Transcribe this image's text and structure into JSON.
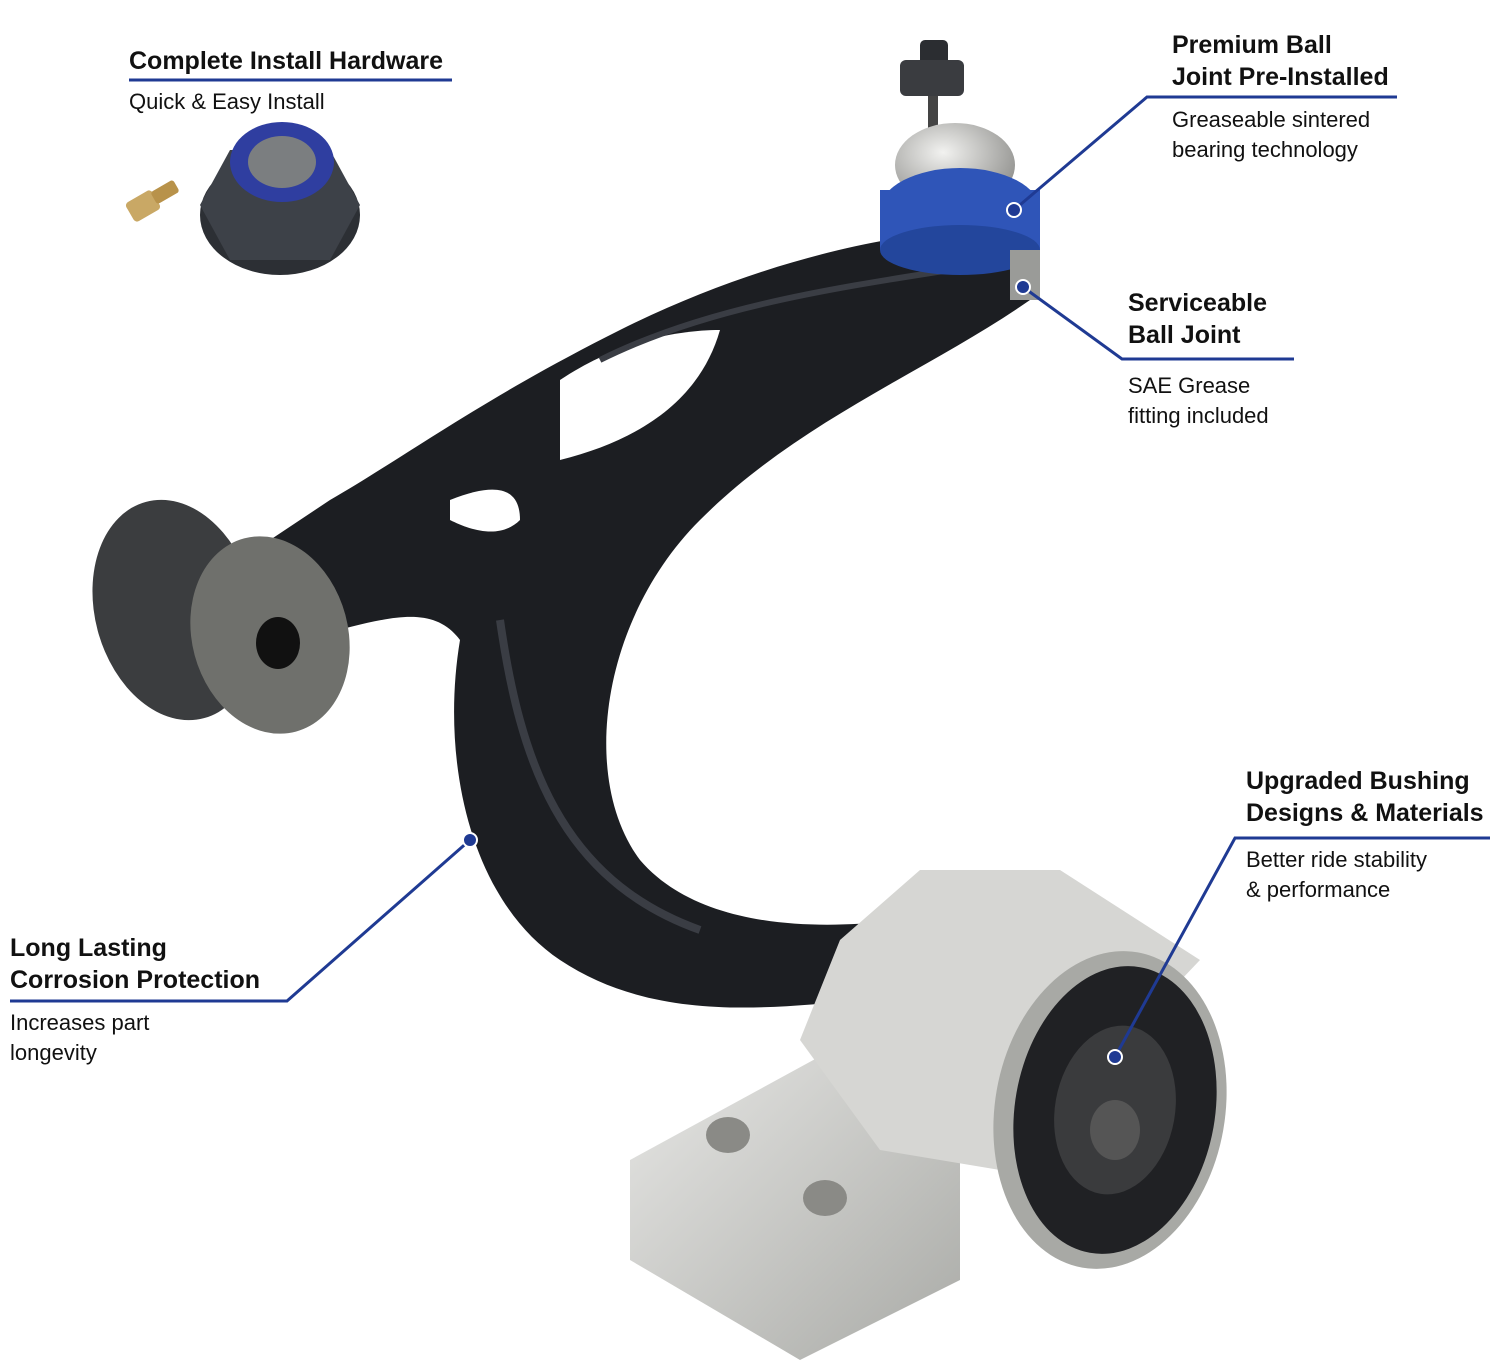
{
  "accent_color": "#1f3a93",
  "callouts": [
    {
      "id": "hardware",
      "title_lines": [
        "Complete Install Hardware"
      ],
      "sub_lines": [
        "Quick & Easy Install"
      ]
    },
    {
      "id": "ball-joint",
      "title_lines": [
        "Premium Ball",
        "Joint Pre-Installed"
      ],
      "sub_lines": [
        "Greaseable sintered",
        "bearing technology"
      ]
    },
    {
      "id": "serviceable",
      "title_lines": [
        "Serviceable",
        "Ball Joint"
      ],
      "sub_lines": [
        "SAE Grease",
        "fitting included"
      ]
    },
    {
      "id": "bushing",
      "title_lines": [
        "Upgraded Bushing",
        "Designs & Materials"
      ],
      "sub_lines": [
        "Better ride stability",
        "& performance"
      ]
    },
    {
      "id": "corrosion",
      "title_lines": [
        "Long Lasting",
        "Corrosion Protection"
      ],
      "sub_lines": [
        "Increases part",
        "longevity"
      ]
    }
  ]
}
